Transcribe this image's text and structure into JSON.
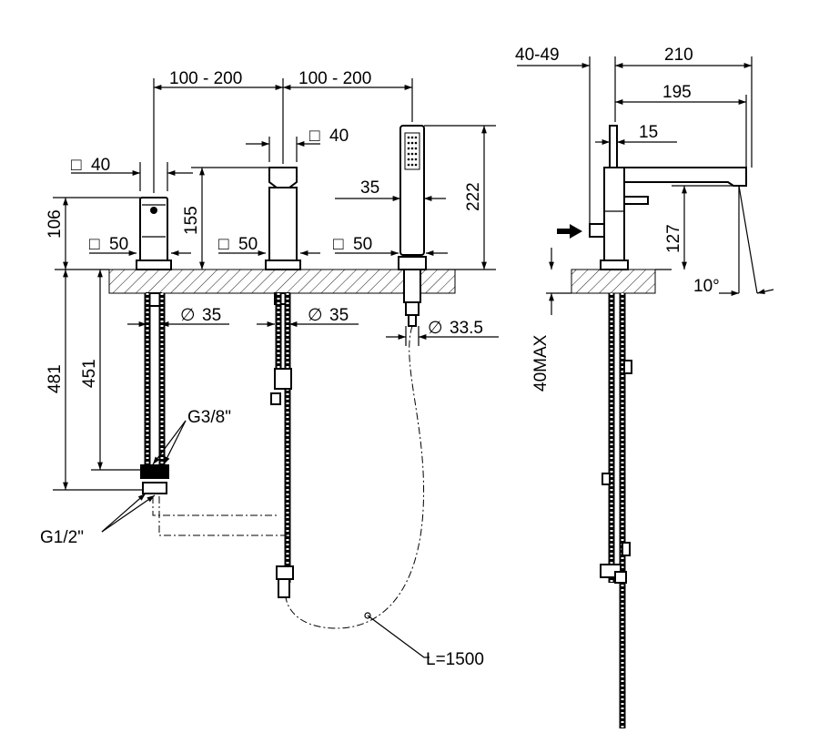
{
  "dimensions": {
    "spacing_left": "100 - 200",
    "spacing_right": "100 - 200",
    "sq40_left": "40",
    "sq40_mid": "40",
    "h106": "106",
    "h155": "155",
    "h222": "222",
    "w35": "35",
    "sq50_left": "50",
    "sq50_mid": "50",
    "sq50_right": "50",
    "dia35_left": "35",
    "dia35_mid": "35",
    "dia33_5": "33.5",
    "h481": "481",
    "h451": "451",
    "g3_8": "G3/8\"",
    "g1_2": "G1/2\"",
    "hose_length": "L=1500",
    "side_40_49": "40-49",
    "side_210": "210",
    "side_195": "195",
    "side_15": "15",
    "side_127": "127",
    "side_40max": "40MAX",
    "angle_10": "10°"
  },
  "symbols": {
    "square": "□",
    "diameter": "∅"
  }
}
